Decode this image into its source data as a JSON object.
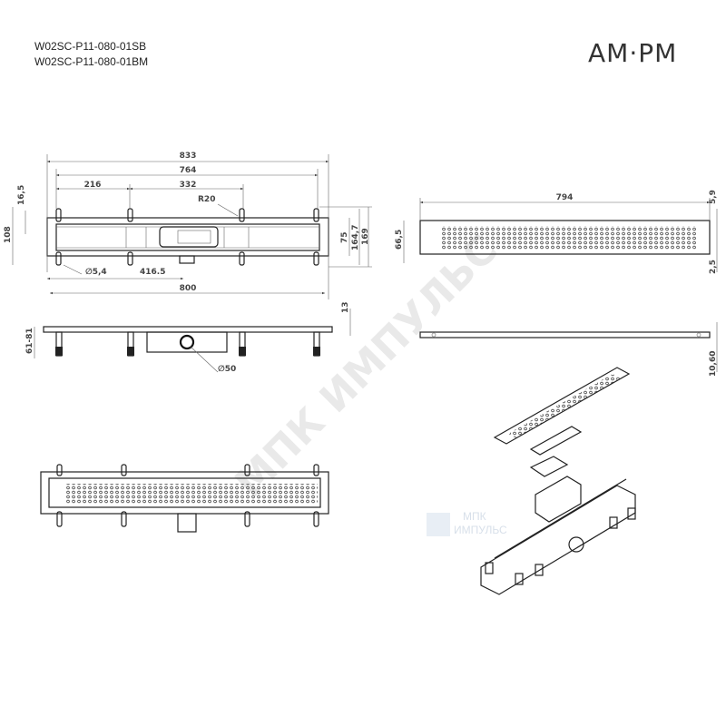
{
  "header": {
    "model_1": "W02SC-P11-080-01SB",
    "model_2": "W02SC-P11-080-01BM",
    "brand_logo": "AM·PM"
  },
  "top_view": {
    "dims": {
      "overall": "833",
      "inner": "764",
      "first_span": "216",
      "second_span": "332",
      "radius": "R20",
      "top_offset": "16,5",
      "height": "108",
      "h75": "75",
      "h164": "164,7",
      "h169": "169",
      "hole": "∅5,4",
      "outlet_pos": "416.5",
      "length": "800"
    }
  },
  "side_view": {
    "dims": {
      "thickness": "13",
      "height_range": "61-81",
      "outlet": "∅50"
    }
  },
  "grate_view": {
    "dims": {
      "length": "794",
      "top": "5,9",
      "width": "66,5",
      "bottom": "2,5",
      "thickness": "10,60"
    }
  },
  "watermark": {
    "text": "МПК ИМПУЛЬС",
    "small_logo_line1": "МПК",
    "small_logo_line2": "ИМПУЛЬС"
  }
}
